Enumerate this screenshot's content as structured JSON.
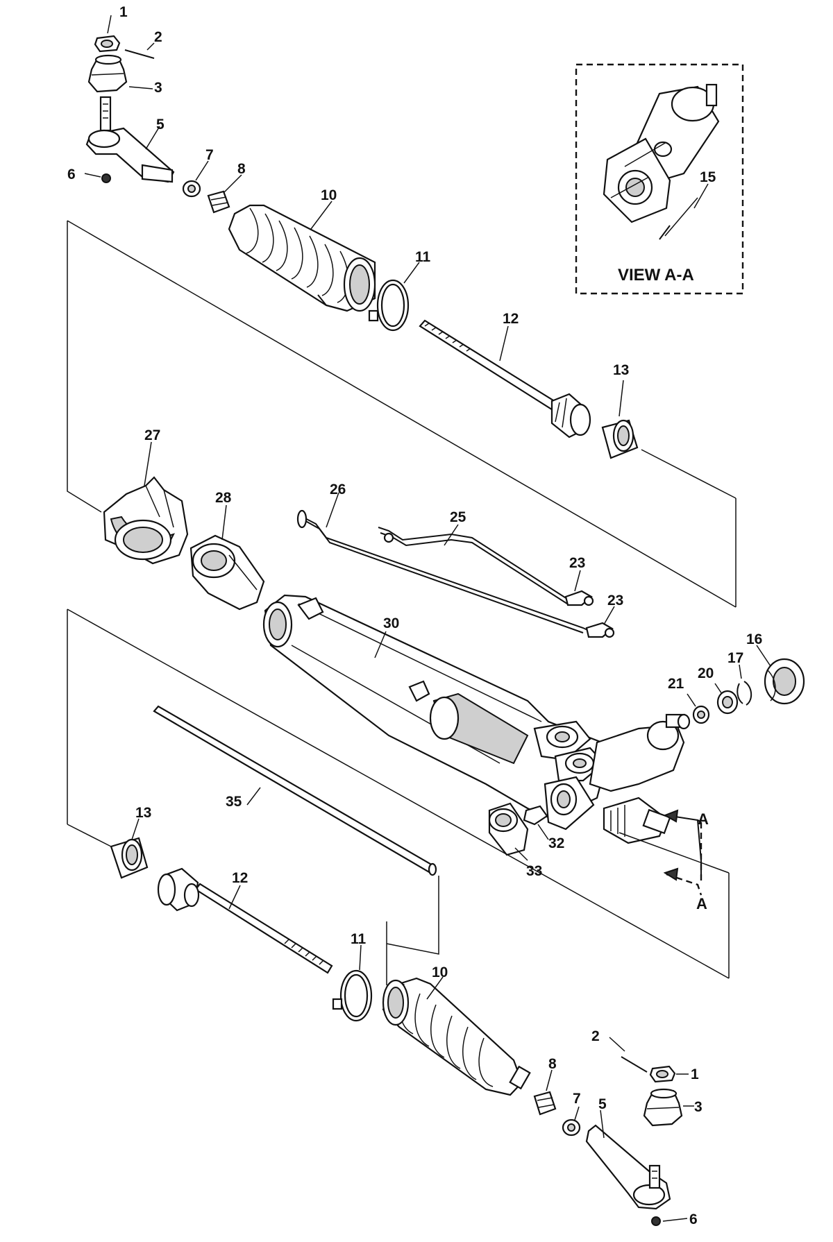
{
  "diagram": {
    "view_label": "VIEW A-A",
    "callouts": {
      "c1a": "1",
      "c2a": "2",
      "c3a": "3",
      "c5a": "5",
      "c6a": "6",
      "c7a": "7",
      "c8a": "8",
      "c10a": "10",
      "c11a": "11",
      "c12a": "12",
      "c13a": "13",
      "c15": "15",
      "c16": "16",
      "c17": "17",
      "c20": "20",
      "c21": "21",
      "c23a": "23",
      "c23b": "23",
      "c25": "25",
      "c26": "26",
      "c27": "27",
      "c28": "28",
      "c30": "30",
      "c32": "32",
      "c33": "33",
      "c35": "35",
      "c13b": "13",
      "c12b": "12",
      "c11b": "11",
      "c10b": "10",
      "c8b": "8",
      "c7b": "7",
      "c5b": "5",
      "c6b": "6",
      "c2b": "2",
      "c1b": "1",
      "c3b": "3"
    },
    "section_marks": {
      "top": "A",
      "bottom": "A"
    }
  }
}
